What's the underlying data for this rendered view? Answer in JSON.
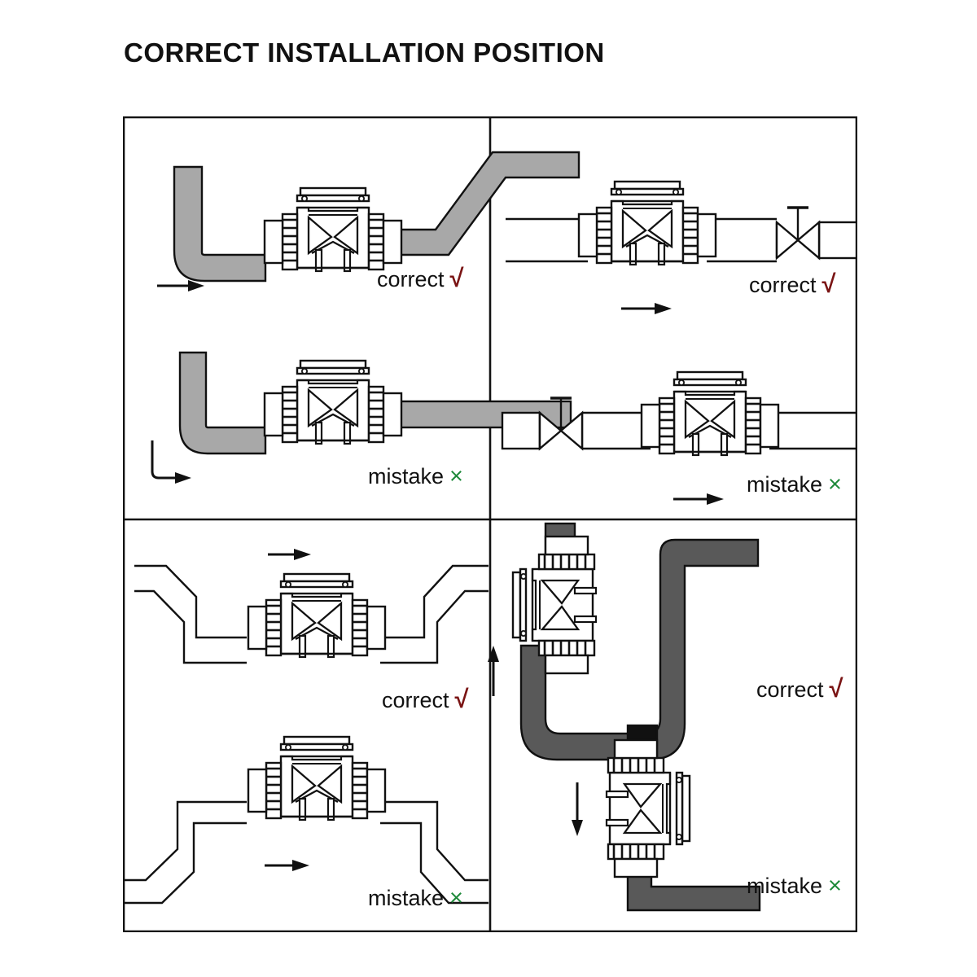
{
  "page": {
    "title": "CORRECT INSTALLATION POSITION",
    "background_color": "#ffffff",
    "line_color": "#111111"
  },
  "colors": {
    "correct_mark": "#7a1414",
    "mistake_mark": "#1f8a3b",
    "pipe_fill_light": "#a8a8a8",
    "pipe_fill_dark": "#595959",
    "pipe_fill_black": "#111111",
    "outline": "#111111"
  },
  "labels": {
    "correct": "correct",
    "mistake": "mistake",
    "correct_mark": "√",
    "mistake_mark": "×"
  },
  "panels": [
    {
      "id": "panel-top-left",
      "position": "top-left",
      "topic": "pipe-elbow-and-rising-outlet",
      "cases": [
        {
          "verdict": "correct",
          "label": "correct",
          "mark": "√",
          "description": "Meter horizontal, inlet from vertical down-elbow, outlet pipe rising at 45 degrees",
          "flow_arrow": "straight-right",
          "pipe_fill": "#a8a8a8"
        },
        {
          "verdict": "mistake",
          "label": "mistake",
          "mark": "×",
          "description": "Meter horizontal, inlet from vertical down-elbow, outlet pipe flat with no rise",
          "flow_arrow": "curved-right",
          "pipe_fill": "#a8a8a8"
        }
      ]
    },
    {
      "id": "panel-top-right",
      "position": "top-right",
      "topic": "shut-off-valve-placement",
      "cases": [
        {
          "verdict": "correct",
          "label": "correct",
          "mark": "√",
          "description": "Gate valve installed downstream after the meter",
          "flow_arrow": "straight-right",
          "valve_side": "downstream"
        },
        {
          "verdict": "mistake",
          "label": "mistake",
          "mark": "×",
          "description": "Gate valve installed upstream before the meter",
          "flow_arrow": "straight-right",
          "valve_side": "upstream"
        }
      ]
    },
    {
      "id": "panel-bottom-left",
      "position": "bottom-left",
      "topic": "pipe-routing-high-or-low-point",
      "cases": [
        {
          "verdict": "correct",
          "label": "correct",
          "mark": "√",
          "description": "Meter mounted at a low point of the pipe run (valley)",
          "flow_arrow": "straight-right",
          "routing": "valley"
        },
        {
          "verdict": "mistake",
          "label": "mistake",
          "mark": "×",
          "description": "Meter mounted at a high point of the pipe run (hump)",
          "flow_arrow": "straight-right",
          "routing": "hump"
        }
      ]
    },
    {
      "id": "panel-bottom-right",
      "position": "bottom-right",
      "topic": "vertical-mount-flow-direction",
      "cases": [
        {
          "verdict": "correct",
          "label": "correct",
          "mark": "√",
          "description": "Meter mounted vertically with upward flow",
          "flow_arrow": "up",
          "pipe_fill": "#595959"
        },
        {
          "verdict": "mistake",
          "label": "mistake",
          "mark": "×",
          "description": "Meter mounted vertically with downward flow",
          "flow_arrow": "down",
          "pipe_fill": "#595959"
        }
      ]
    }
  ],
  "components": {
    "meter": "water-flow-meter-with-union-nuts",
    "valve": "gate-valve-symbol",
    "pipe": "pipe-run"
  }
}
